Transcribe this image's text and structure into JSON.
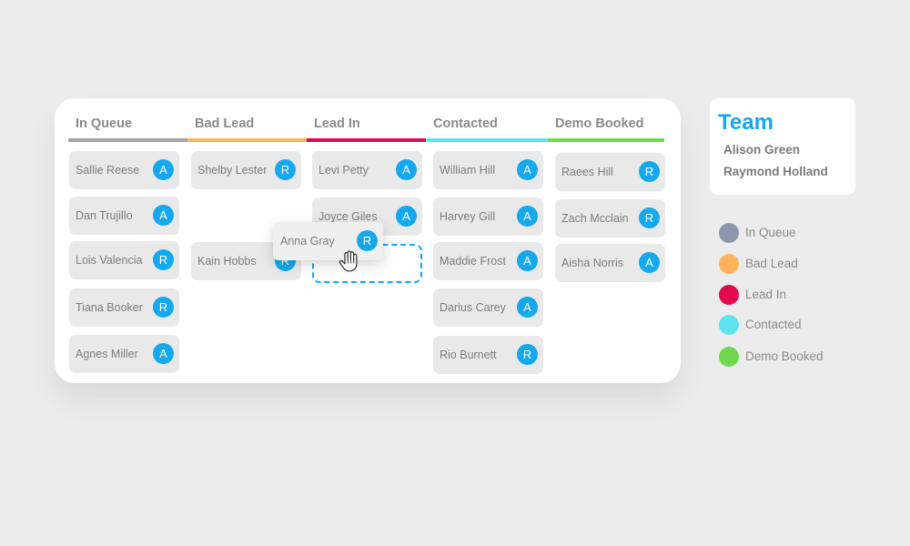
{
  "board": {
    "columns": [
      {
        "title": "In Queue",
        "color": "#a6a6a6",
        "cards": [
          {
            "name": "Sallie Reese",
            "badge": "A"
          },
          {
            "name": "Dan Trujillo",
            "badge": "A"
          },
          {
            "name": "Lois Valencia",
            "badge": "R"
          },
          {
            "name": "Tiana Booker",
            "badge": "R"
          },
          {
            "name": "Agnes Miller",
            "badge": "A"
          }
        ]
      },
      {
        "title": "Bad Lead",
        "color": "#fdb45c",
        "cards": [
          {
            "name": "Shelby Lester",
            "badge": "R"
          },
          {
            "name": "Kain Hobbs",
            "badge": "R"
          }
        ]
      },
      {
        "title": "Lead In",
        "color": "#e0094f",
        "cards": [
          {
            "name": "Levi Petty",
            "badge": "A"
          },
          {
            "name": "Joyce Giles",
            "badge": "A"
          }
        ]
      },
      {
        "title": "Contacted",
        "color": "#5ee3ee",
        "cards": [
          {
            "name": "William Hill",
            "badge": "A"
          },
          {
            "name": "Harvey Gill",
            "badge": "A"
          },
          {
            "name": "Maddie Frost",
            "badge": "A"
          },
          {
            "name": "Darius Carey",
            "badge": "A"
          },
          {
            "name": "Rio Burnett",
            "badge": "R"
          }
        ]
      },
      {
        "title": "Demo Booked",
        "color": "#6fd84f",
        "cards": [
          {
            "name": "Raees Hill",
            "badge": "R"
          },
          {
            "name": "Zach Mcclain",
            "badge": "R"
          },
          {
            "name": "Aisha Norris",
            "badge": "A"
          }
        ]
      }
    ],
    "dragged_card": {
      "name": "Anna Gray",
      "badge": "R"
    }
  },
  "team": {
    "title": "Team",
    "members": [
      "Alison Green",
      "Raymond Holland"
    ]
  },
  "legend": [
    {
      "label": "In Queue",
      "color": "#8f97ad"
    },
    {
      "label": "Bad Lead",
      "color": "#fdb45c"
    },
    {
      "label": "Lead In",
      "color": "#e0094f"
    },
    {
      "label": "Contacted",
      "color": "#5ee3ee"
    },
    {
      "label": "Demo Booked",
      "color": "#6fd84f"
    }
  ],
  "colors": {
    "accent": "#14a8ee",
    "card_bg": "#e9e9e9"
  },
  "icons": {
    "cursor": "grab-hand-icon"
  }
}
